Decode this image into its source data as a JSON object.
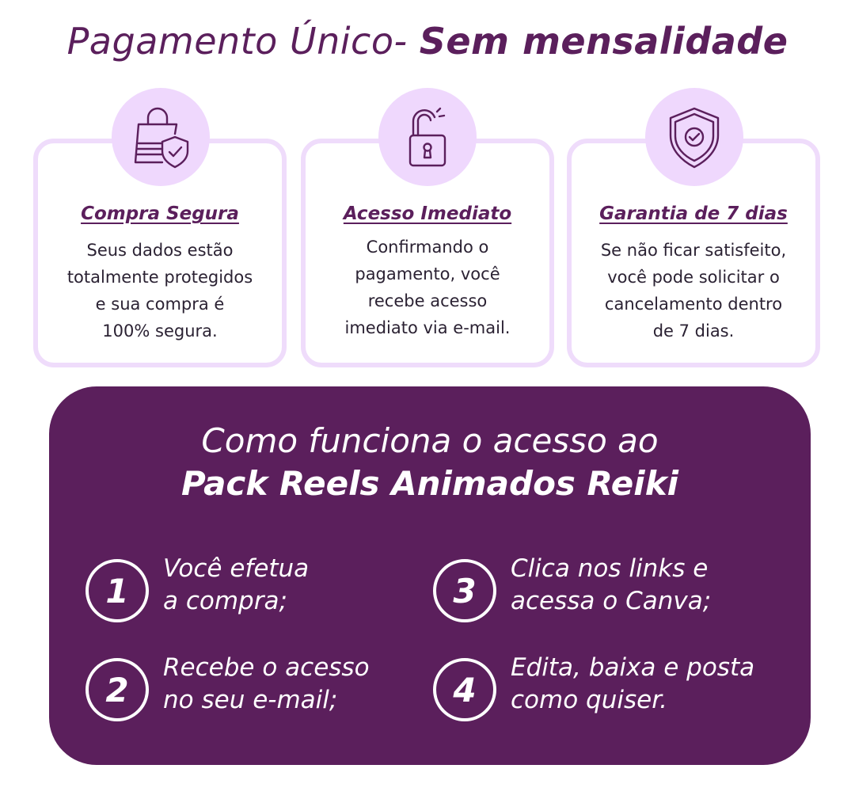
{
  "header": {
    "title_light": "Pagamento Único-",
    "title_bold": "Sem mensalidade"
  },
  "features": [
    {
      "icon": "shopping-bag-shield-icon",
      "title": "Compra Segura",
      "lines": [
        "Seus dados estão",
        "totalmente protegidos",
        "e sua compra é",
        "100% segura."
      ]
    },
    {
      "icon": "open-padlock-icon",
      "title": "Acesso Imediato",
      "lines": [
        "Confirmando o",
        "pagamento, você",
        "recebe acesso",
        "imediato via e-mail."
      ]
    },
    {
      "icon": "shield-check-icon",
      "title": "Garantia de 7 dias",
      "lines": [
        "Se não ficar satisfeito,",
        "você pode solicitar o",
        "cancelamento dentro",
        "de 7 dias."
      ]
    }
  ],
  "access": {
    "title_line1": "Como funciona o acesso ao",
    "title_line2": "Pack Reels Animados Reiki",
    "steps": [
      {
        "num": "1",
        "line1": "Você efetua",
        "line2": "a compra;"
      },
      {
        "num": "2",
        "line1": "Recebe o acesso",
        "line2": "no seu e-mail;"
      },
      {
        "num": "3",
        "line1": "Clica nos links e",
        "line2": "acessa o Canva;"
      },
      {
        "num": "4",
        "line1": "Edita, baixa e posta",
        "line2": "como quiser."
      }
    ]
  },
  "colors": {
    "brand_purple": "#5b1f5c",
    "light_lilac": "#efd8fd",
    "card_border": "#efdcfb",
    "text_dark": "#2b2233"
  }
}
